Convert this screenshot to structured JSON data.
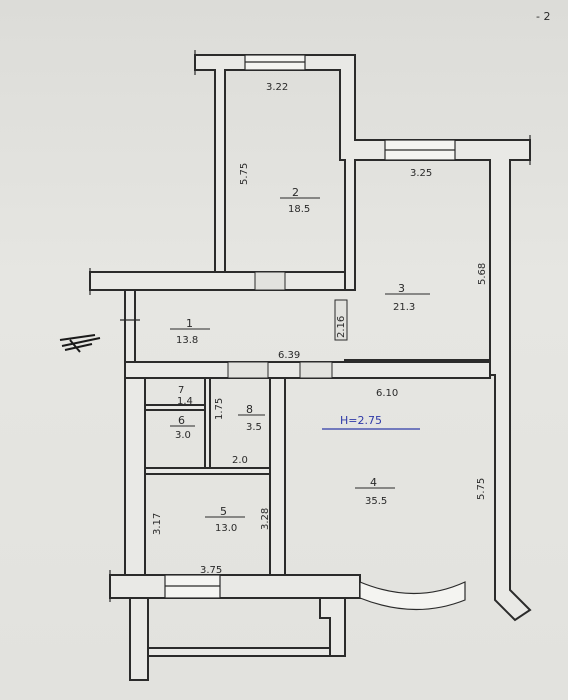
{
  "sheet_number": "- 2",
  "height_note": "H=2.75",
  "rooms": [
    {
      "id": "1",
      "area": "13.8"
    },
    {
      "id": "2",
      "area": "18.5"
    },
    {
      "id": "3",
      "area": "21.3"
    },
    {
      "id": "4",
      "area": "35.5"
    },
    {
      "id": "5",
      "area": "13.0"
    },
    {
      "id": "6",
      "area": "3.0"
    },
    {
      "id": "7",
      "area": "1.4"
    },
    {
      "id": "8",
      "area": "3.5"
    }
  ],
  "dimensions": {
    "room2_width": "3.22",
    "room2_length": "5.75",
    "room3_width": "3.25",
    "room3_length": "5.68",
    "corridor_height": "2.16",
    "corridor_length": "6.39",
    "room4_width": "6.10",
    "room4_length": "5.75",
    "room5_length": "3.17",
    "room5_width": "3.75",
    "room5_right": "3.28",
    "room8_width": "2.0",
    "room7_height": "1.75"
  },
  "colors": {
    "wall": "#2b2b2b",
    "paper": "#e2e2de",
    "ink": "#2a2a2a",
    "blue_ink": "#2f3aa8"
  }
}
